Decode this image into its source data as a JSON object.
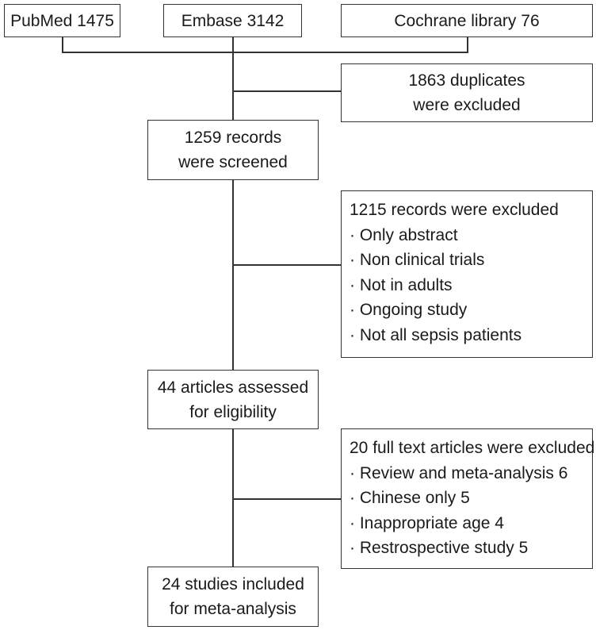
{
  "sources": {
    "pubmed": "PubMed 1475",
    "embase": "Embase 3142",
    "cochrane": "Cochrane library 76"
  },
  "duplicates": {
    "line1": "1863 duplicates",
    "line2": "were excluded"
  },
  "screened": {
    "line1": "1259 records",
    "line2": "were screened"
  },
  "excluded_records": {
    "title": "1215 records were excluded",
    "items": [
      "· Only abstract",
      "· Non clinical trials",
      "· Not in adults",
      "· Ongoing study",
      "· Not all sepsis patients"
    ]
  },
  "eligibility": {
    "line1": "44 articles assessed",
    "line2": "for eligibility"
  },
  "excluded_full_text": {
    "title": "20 full text articles were excluded",
    "items": [
      "· Review and meta-analysis 6",
      "· Chinese only 5",
      "· Inappropriate age 4",
      "· Restrospective study 5"
    ]
  },
  "included": {
    "line1": "24 studies included",
    "line2": "for meta-analysis"
  }
}
